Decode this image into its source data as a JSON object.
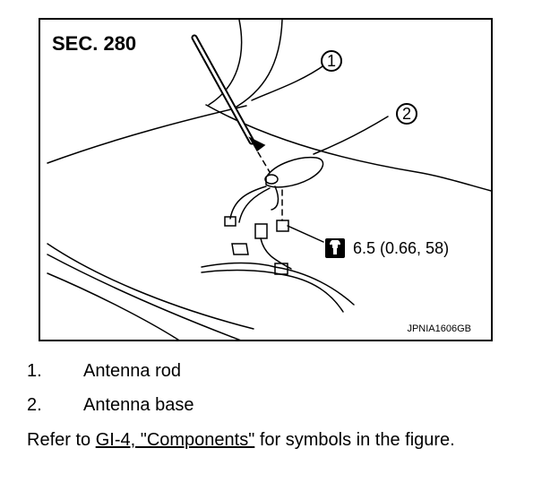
{
  "figure": {
    "section": "SEC. 280",
    "callouts": [
      "1",
      "2"
    ],
    "torque": "6.5 (0.66, 58)",
    "code": "JPNIA1606GB"
  },
  "legend": [
    {
      "num": "1.",
      "label": "Antenna rod"
    },
    {
      "num": "2.",
      "label": "Antenna base"
    }
  ],
  "note": {
    "prefix": "Refer to ",
    "link": "GI-4, \"Components\"",
    "suffix": " for symbols in the figure."
  },
  "icons": [
    "torque-wrench-icon"
  ]
}
